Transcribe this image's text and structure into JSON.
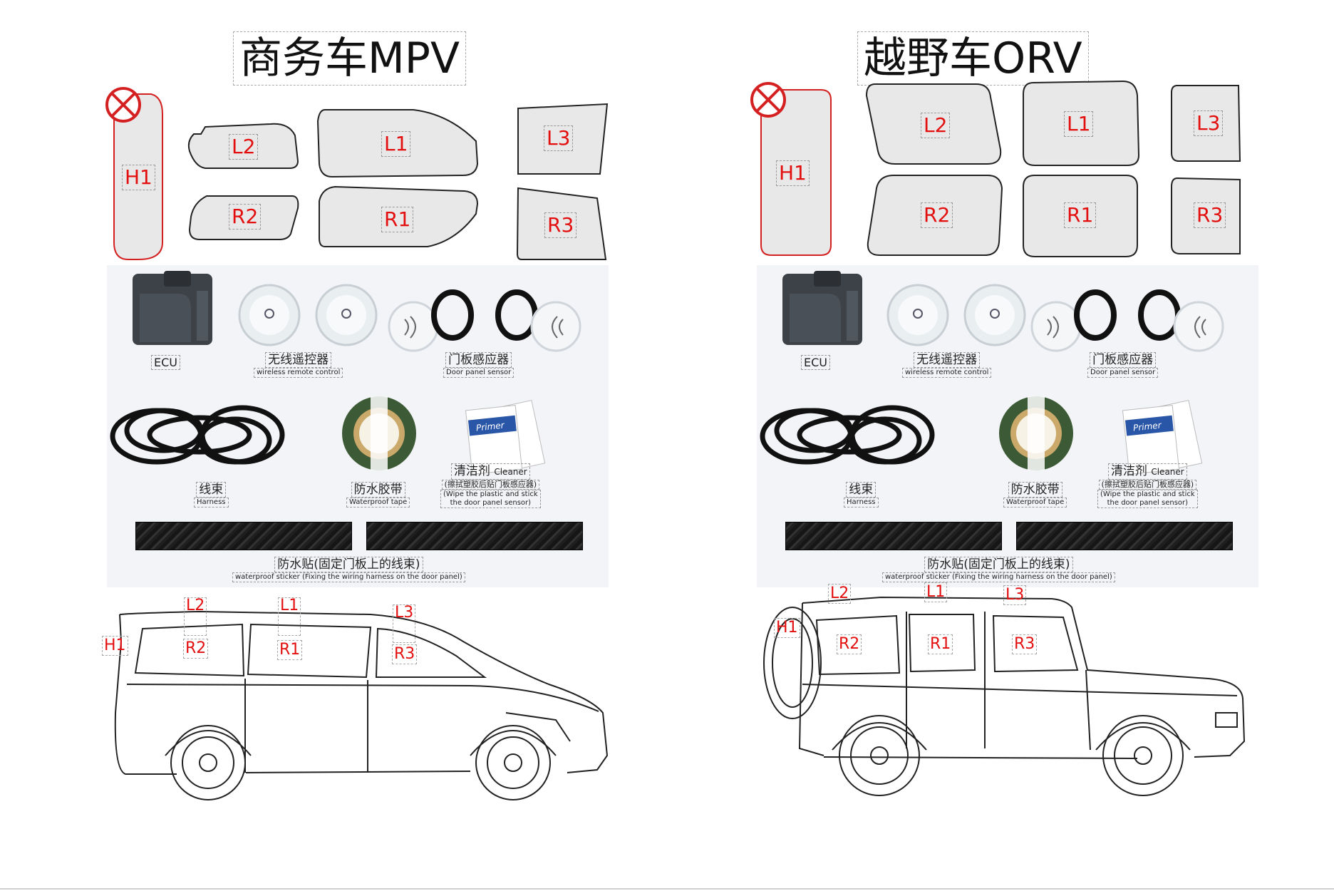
{
  "panels": [
    {
      "title": "商务车MPV",
      "films": {
        "H1": "H1",
        "L2": "L2",
        "L1": "L1",
        "L3": "L3",
        "R2": "R2",
        "R1": "R1",
        "R3": "R3"
      },
      "kit": {
        "ecu": "ECU",
        "remote_zh": "无线遥控器",
        "remote_en": "wireless remote control",
        "sensor_zh": "门板感应器",
        "sensor_en": "Door panel sensor",
        "harness_zh": "线束",
        "harness_en": "Harness",
        "tape_zh": "防水胶带",
        "tape_en": "Waterproof tape",
        "cleaner_zh": "清洁剂",
        "cleaner_en": "Cleaner",
        "cleaner_note_zh": "(擦拭塑胶后贴门板感应器)",
        "cleaner_note_en": "(Wipe the plastic and stick\nthe door panel sensor)",
        "sticker_zh": "防水贴(固定门板上的线束)",
        "sticker_en": "waterproof sticker (Fixing the wiring harness on the door panel)",
        "primer_label": "Primer"
      },
      "vehicle_labels": {
        "H1": "H1",
        "L2": "L2",
        "L1": "L1",
        "L3": "L3",
        "R2": "R2",
        "R1": "R1",
        "R3": "R3"
      }
    },
    {
      "title": "越野车ORV",
      "films": {
        "H1": "H1",
        "L2": "L2",
        "L1": "L1",
        "L3": "L3",
        "R2": "R2",
        "R1": "R1",
        "R3": "R3"
      },
      "kit": {
        "ecu": "ECU",
        "remote_zh": "无线遥控器",
        "remote_en": "wireless remote control",
        "sensor_zh": "门板感应器",
        "sensor_en": "Door panel sensor",
        "harness_zh": "线束",
        "harness_en": "Harness",
        "tape_zh": "防水胶带",
        "tape_en": "Waterproof tape",
        "cleaner_zh": "清洁剂",
        "cleaner_en": "Cleaner",
        "cleaner_note_zh": "(擦拭塑胶后贴门板感应器)",
        "cleaner_note_en": "(Wipe the plastic and stick\nthe door panel sensor)",
        "sticker_zh": "防水贴(固定门板上的线束)",
        "sticker_en": "waterproof sticker (Fixing the wiring harness on the door panel)",
        "primer_label": "Primer"
      },
      "vehicle_labels": {
        "H1": "H1",
        "L2": "L2",
        "L1": "L1",
        "L3": "L3",
        "R2": "R2",
        "R1": "R1",
        "R3": "R3"
      }
    }
  ],
  "colors": {
    "label_red": "#e30f0f",
    "film_fill": "#e8e8e8",
    "excluded_red": "#d42020"
  },
  "icons": [
    "prohibited-icon",
    "ecu-module",
    "remote-control",
    "door-sensor",
    "wiring-harness",
    "tape-roll",
    "primer-packet"
  ]
}
